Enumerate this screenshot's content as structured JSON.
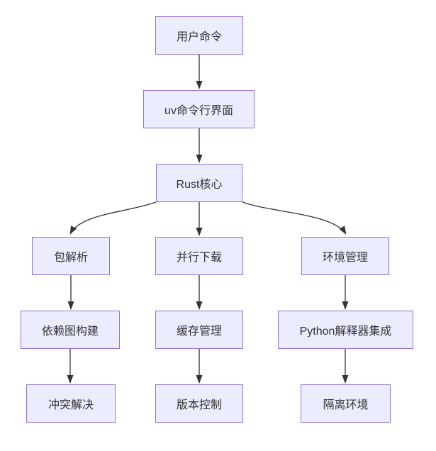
{
  "diagram": {
    "type": "flowchart-top-down",
    "colors": {
      "background": "#ffffff",
      "node_fill": "#ECECFF",
      "node_border": "#9370DB",
      "edge_color": "#333333",
      "text_color": "#333333"
    },
    "nodes": [
      {
        "id": "user-command",
        "label": "用户命令"
      },
      {
        "id": "uv-cli",
        "label": "uv命令行界面"
      },
      {
        "id": "rust-core",
        "label": "Rust核心"
      },
      {
        "id": "package-resolution",
        "label": "包解析"
      },
      {
        "id": "parallel-download",
        "label": "并行下载"
      },
      {
        "id": "env-management",
        "label": "环境管理"
      },
      {
        "id": "dependency-graph",
        "label": "依赖图构建"
      },
      {
        "id": "cache-management",
        "label": "缓存管理"
      },
      {
        "id": "python-interpreter-integration",
        "label": "Python解释器集成"
      },
      {
        "id": "conflict-resolution",
        "label": "冲突解决"
      },
      {
        "id": "version-control",
        "label": "版本控制"
      },
      {
        "id": "isolated-environment",
        "label": "隔离环境"
      }
    ],
    "edges": [
      {
        "from": "user-command",
        "to": "uv-cli"
      },
      {
        "from": "uv-cli",
        "to": "rust-core"
      },
      {
        "from": "rust-core",
        "to": "package-resolution"
      },
      {
        "from": "rust-core",
        "to": "parallel-download"
      },
      {
        "from": "rust-core",
        "to": "env-management"
      },
      {
        "from": "package-resolution",
        "to": "dependency-graph"
      },
      {
        "from": "parallel-download",
        "to": "cache-management"
      },
      {
        "from": "env-management",
        "to": "python-interpreter-integration"
      },
      {
        "from": "dependency-graph",
        "to": "conflict-resolution"
      },
      {
        "from": "cache-management",
        "to": "version-control"
      },
      {
        "from": "python-interpreter-integration",
        "to": "isolated-environment"
      }
    ]
  }
}
